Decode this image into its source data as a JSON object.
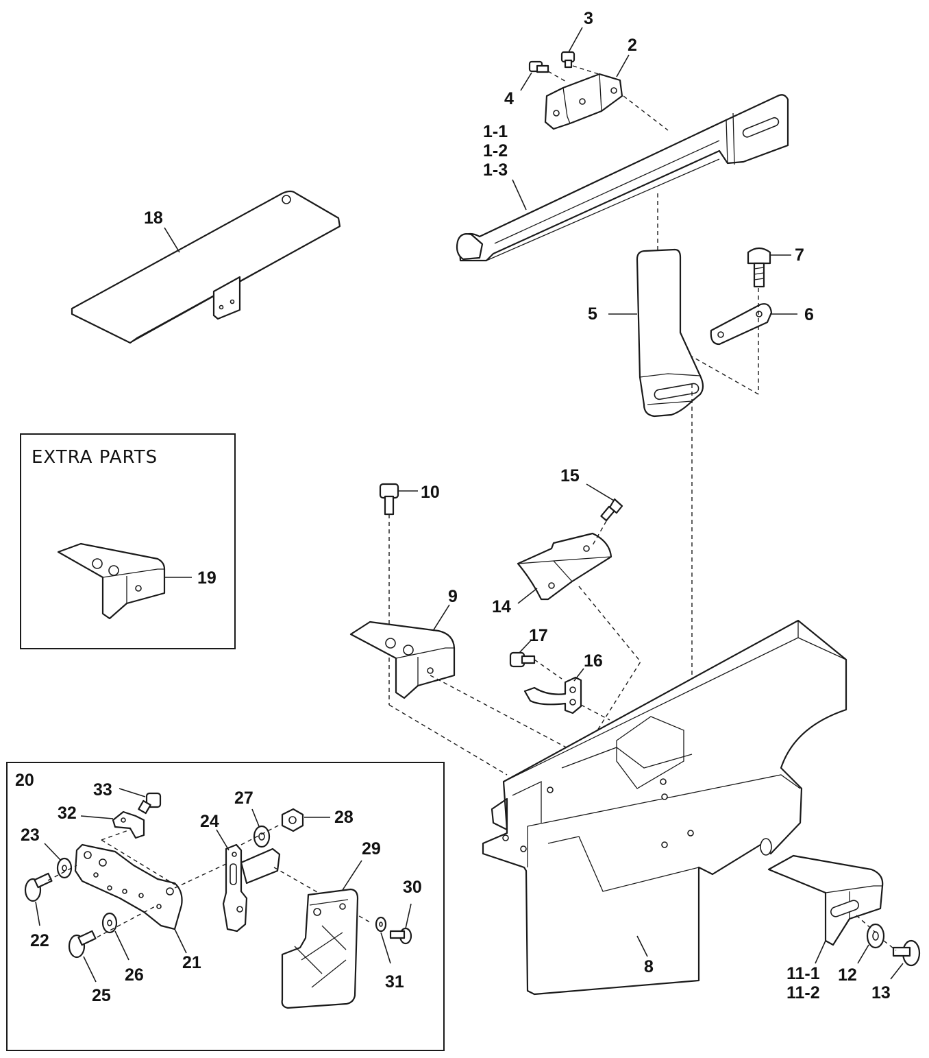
{
  "extra_parts_box": {
    "title": "EXTRA PARTS"
  },
  "callouts": {
    "c1_1": "1-1",
    "c1_2": "1-2",
    "c1_3": "1-3",
    "c2": "2",
    "c3": "3",
    "c4": "4",
    "c5": "5",
    "c6": "6",
    "c7": "7",
    "c8": "8",
    "c9": "9",
    "c10": "10",
    "c11_1": "11-1",
    "c11_2": "11-2",
    "c12": "12",
    "c13": "13",
    "c14": "14",
    "c15": "15",
    "c16": "16",
    "c17": "17",
    "c18": "18",
    "c19": "19",
    "c20": "20",
    "c21": "21",
    "c22": "22",
    "c23": "23",
    "c24": "24",
    "c25": "25",
    "c26": "26",
    "c27": "27",
    "c28": "28",
    "c29": "29",
    "c30": "30",
    "c31": "31",
    "c32": "32",
    "c33": "33"
  }
}
